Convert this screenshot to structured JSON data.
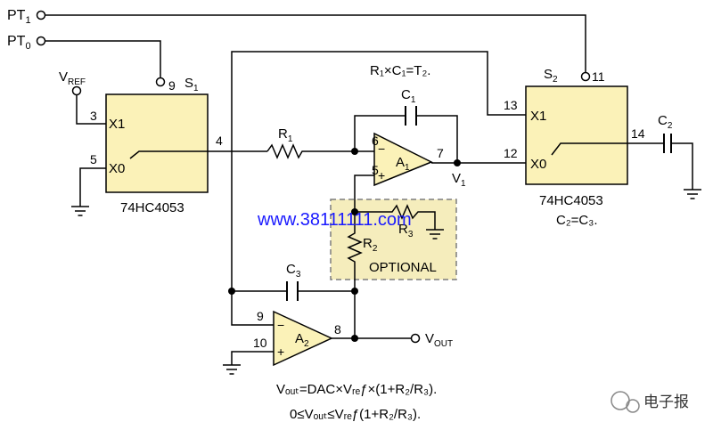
{
  "colors": {
    "chip_fill": "#fbf2b8",
    "optional_fill": "#f5edbc",
    "optional_border": "#7d7d7d",
    "ink": "#000000",
    "watermark": "#1a1aff"
  },
  "ports": {
    "pt1": {
      "main": "PT",
      "sub": "1"
    },
    "pt0": {
      "main": "PT",
      "sub": "0"
    },
    "vref": {
      "main": "V",
      "sub": "REF"
    },
    "vout": {
      "main": "V",
      "sub": "OUT"
    }
  },
  "chips": {
    "s1": {
      "name_main": "S",
      "name_sub": "1",
      "part": "74HC4053",
      "pin_x1": "X1",
      "pin_x0": "X0",
      "pin_ctrl": "9",
      "pin_vref": "3",
      "pin_gnd": "5",
      "pin_out": "4"
    },
    "s2": {
      "name_main": "S",
      "name_sub": "2",
      "part": "74HC4053",
      "pin_x1": "X1",
      "pin_x0": "X0",
      "pin_ctrl": "11",
      "pin_x1_in": "13",
      "pin_x0_in": "12",
      "pin_out": "14",
      "note": "C₂=C₃."
    }
  },
  "amps": {
    "a1": {
      "main": "A",
      "sub": "1",
      "pin_inv": "6",
      "pin_noninv": "5",
      "pin_out": "7",
      "out_main": "V",
      "out_sub": "1"
    },
    "a2": {
      "main": "A",
      "sub": "2",
      "pin_inv": "9",
      "pin_noninv": "10",
      "pin_out": "8"
    }
  },
  "components": {
    "r1": {
      "main": "R",
      "sub": "1"
    },
    "r2": {
      "main": "R",
      "sub": "2"
    },
    "r3": {
      "main": "R",
      "sub": "3"
    },
    "c1": {
      "main": "C",
      "sub": "1"
    },
    "c2": {
      "main": "C",
      "sub": "2"
    },
    "c3": {
      "main": "C",
      "sub": "3"
    }
  },
  "equations": {
    "timing": "R₁×C₁=T₂.",
    "vout": "Vₒᵤₜ=DAC×Vᵣₑƒ×(1+R₂/R₃).",
    "range": "0≤Vₒᵤₜ≤Vᵣₑƒ(1+R₂/R₃)."
  },
  "optional_label": "OPTIONAL",
  "watermark": {
    "url": "www.38111111.com",
    "brand": "电子报"
  }
}
